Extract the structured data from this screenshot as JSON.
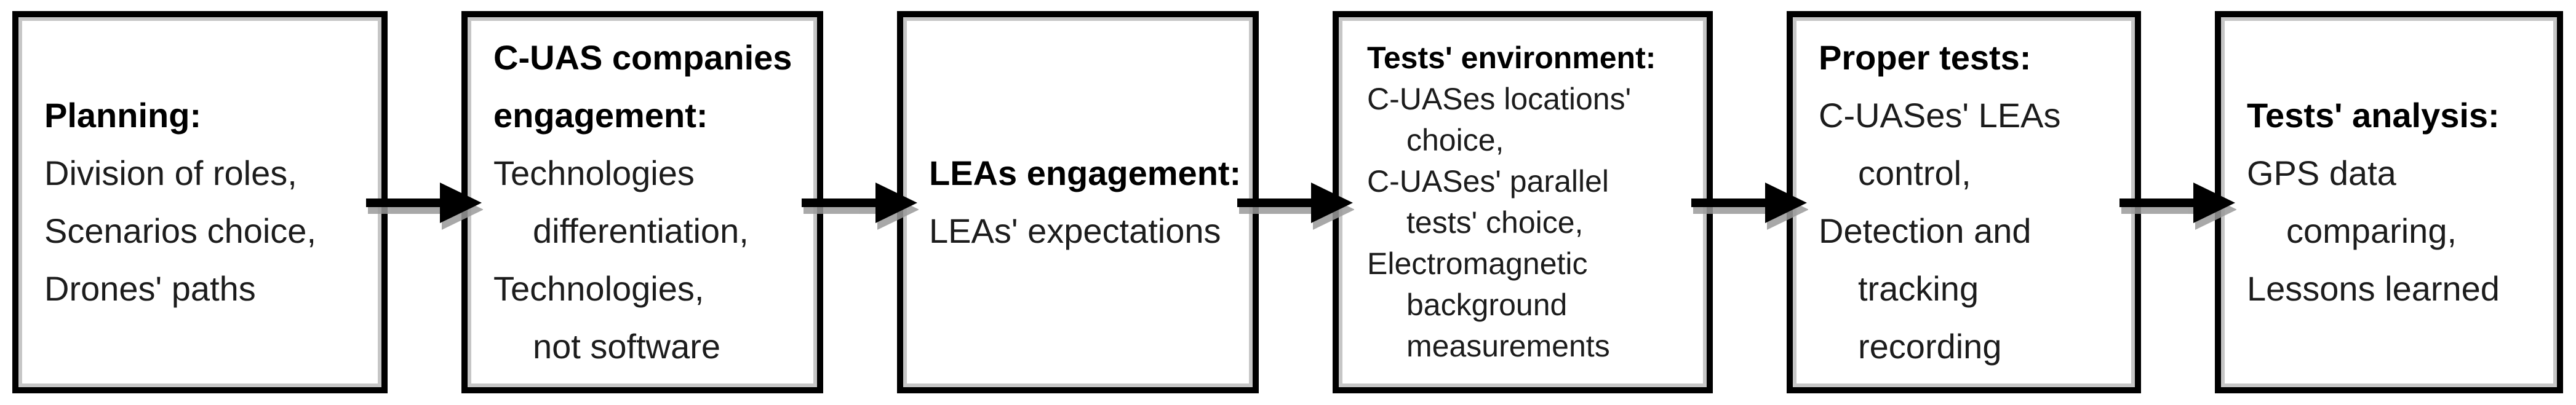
{
  "diagram": {
    "type": "horizontal-process-flow",
    "step_count": 6,
    "connector": {
      "icon": "arrow-right",
      "count": 5,
      "direction": "right"
    },
    "colors": {
      "background": "#ffffff",
      "box_border": "#000000",
      "box_inner_edge": "#c6c6c6",
      "text": "#1c1c1c",
      "arrow": "#000000",
      "arrow_shadow": "#9a9a9a"
    },
    "boxes": [
      {
        "name": "planning",
        "lines": [
          {
            "text": "Planning:",
            "bold": true
          },
          {
            "text": "Division of roles,"
          },
          {
            "text": "Scenarios choice,"
          },
          {
            "text": "Drones' paths"
          }
        ]
      },
      {
        "name": "c-uas-companies-engagement",
        "lines": [
          {
            "text": "C-UAS companies",
            "bold": true
          },
          {
            "text": "engagement:",
            "bold": true
          },
          {
            "text": "Technologies"
          },
          {
            "text": "differentiation,",
            "indent": true
          },
          {
            "text": "Technologies,"
          },
          {
            "text": "not software",
            "indent": true
          }
        ]
      },
      {
        "name": "leas-engagement",
        "lines": [
          {
            "text": "LEAs engagement:",
            "bold": true
          },
          {
            "text": "LEAs' expectations"
          }
        ]
      },
      {
        "name": "tests-environment",
        "lines": [
          {
            "text": "Tests' environment:",
            "bold": true
          },
          {
            "text": "C-UASes locations'"
          },
          {
            "text": "choice,",
            "indent": true
          },
          {
            "text": "C-UASes' parallel"
          },
          {
            "text": "tests' choice,",
            "indent": true
          },
          {
            "text": "Electromagnetic"
          },
          {
            "text": "background",
            "indent": true
          },
          {
            "text": "measurements",
            "indent": true
          }
        ]
      },
      {
        "name": "proper-tests",
        "lines": [
          {
            "text": "Proper tests:",
            "bold": true
          },
          {
            "text": "C-UASes' LEAs"
          },
          {
            "text": "control,",
            "indent": true
          },
          {
            "text": "Detection and"
          },
          {
            "text": "tracking",
            "indent": true
          },
          {
            "text": "recording",
            "indent": true
          }
        ]
      },
      {
        "name": "tests-analysis",
        "lines": [
          {
            "text": "Tests' analysis:",
            "bold": true
          },
          {
            "text": "GPS data"
          },
          {
            "text": "comparing,",
            "indent": true
          },
          {
            "text": "Lessons learned"
          }
        ]
      }
    ]
  }
}
